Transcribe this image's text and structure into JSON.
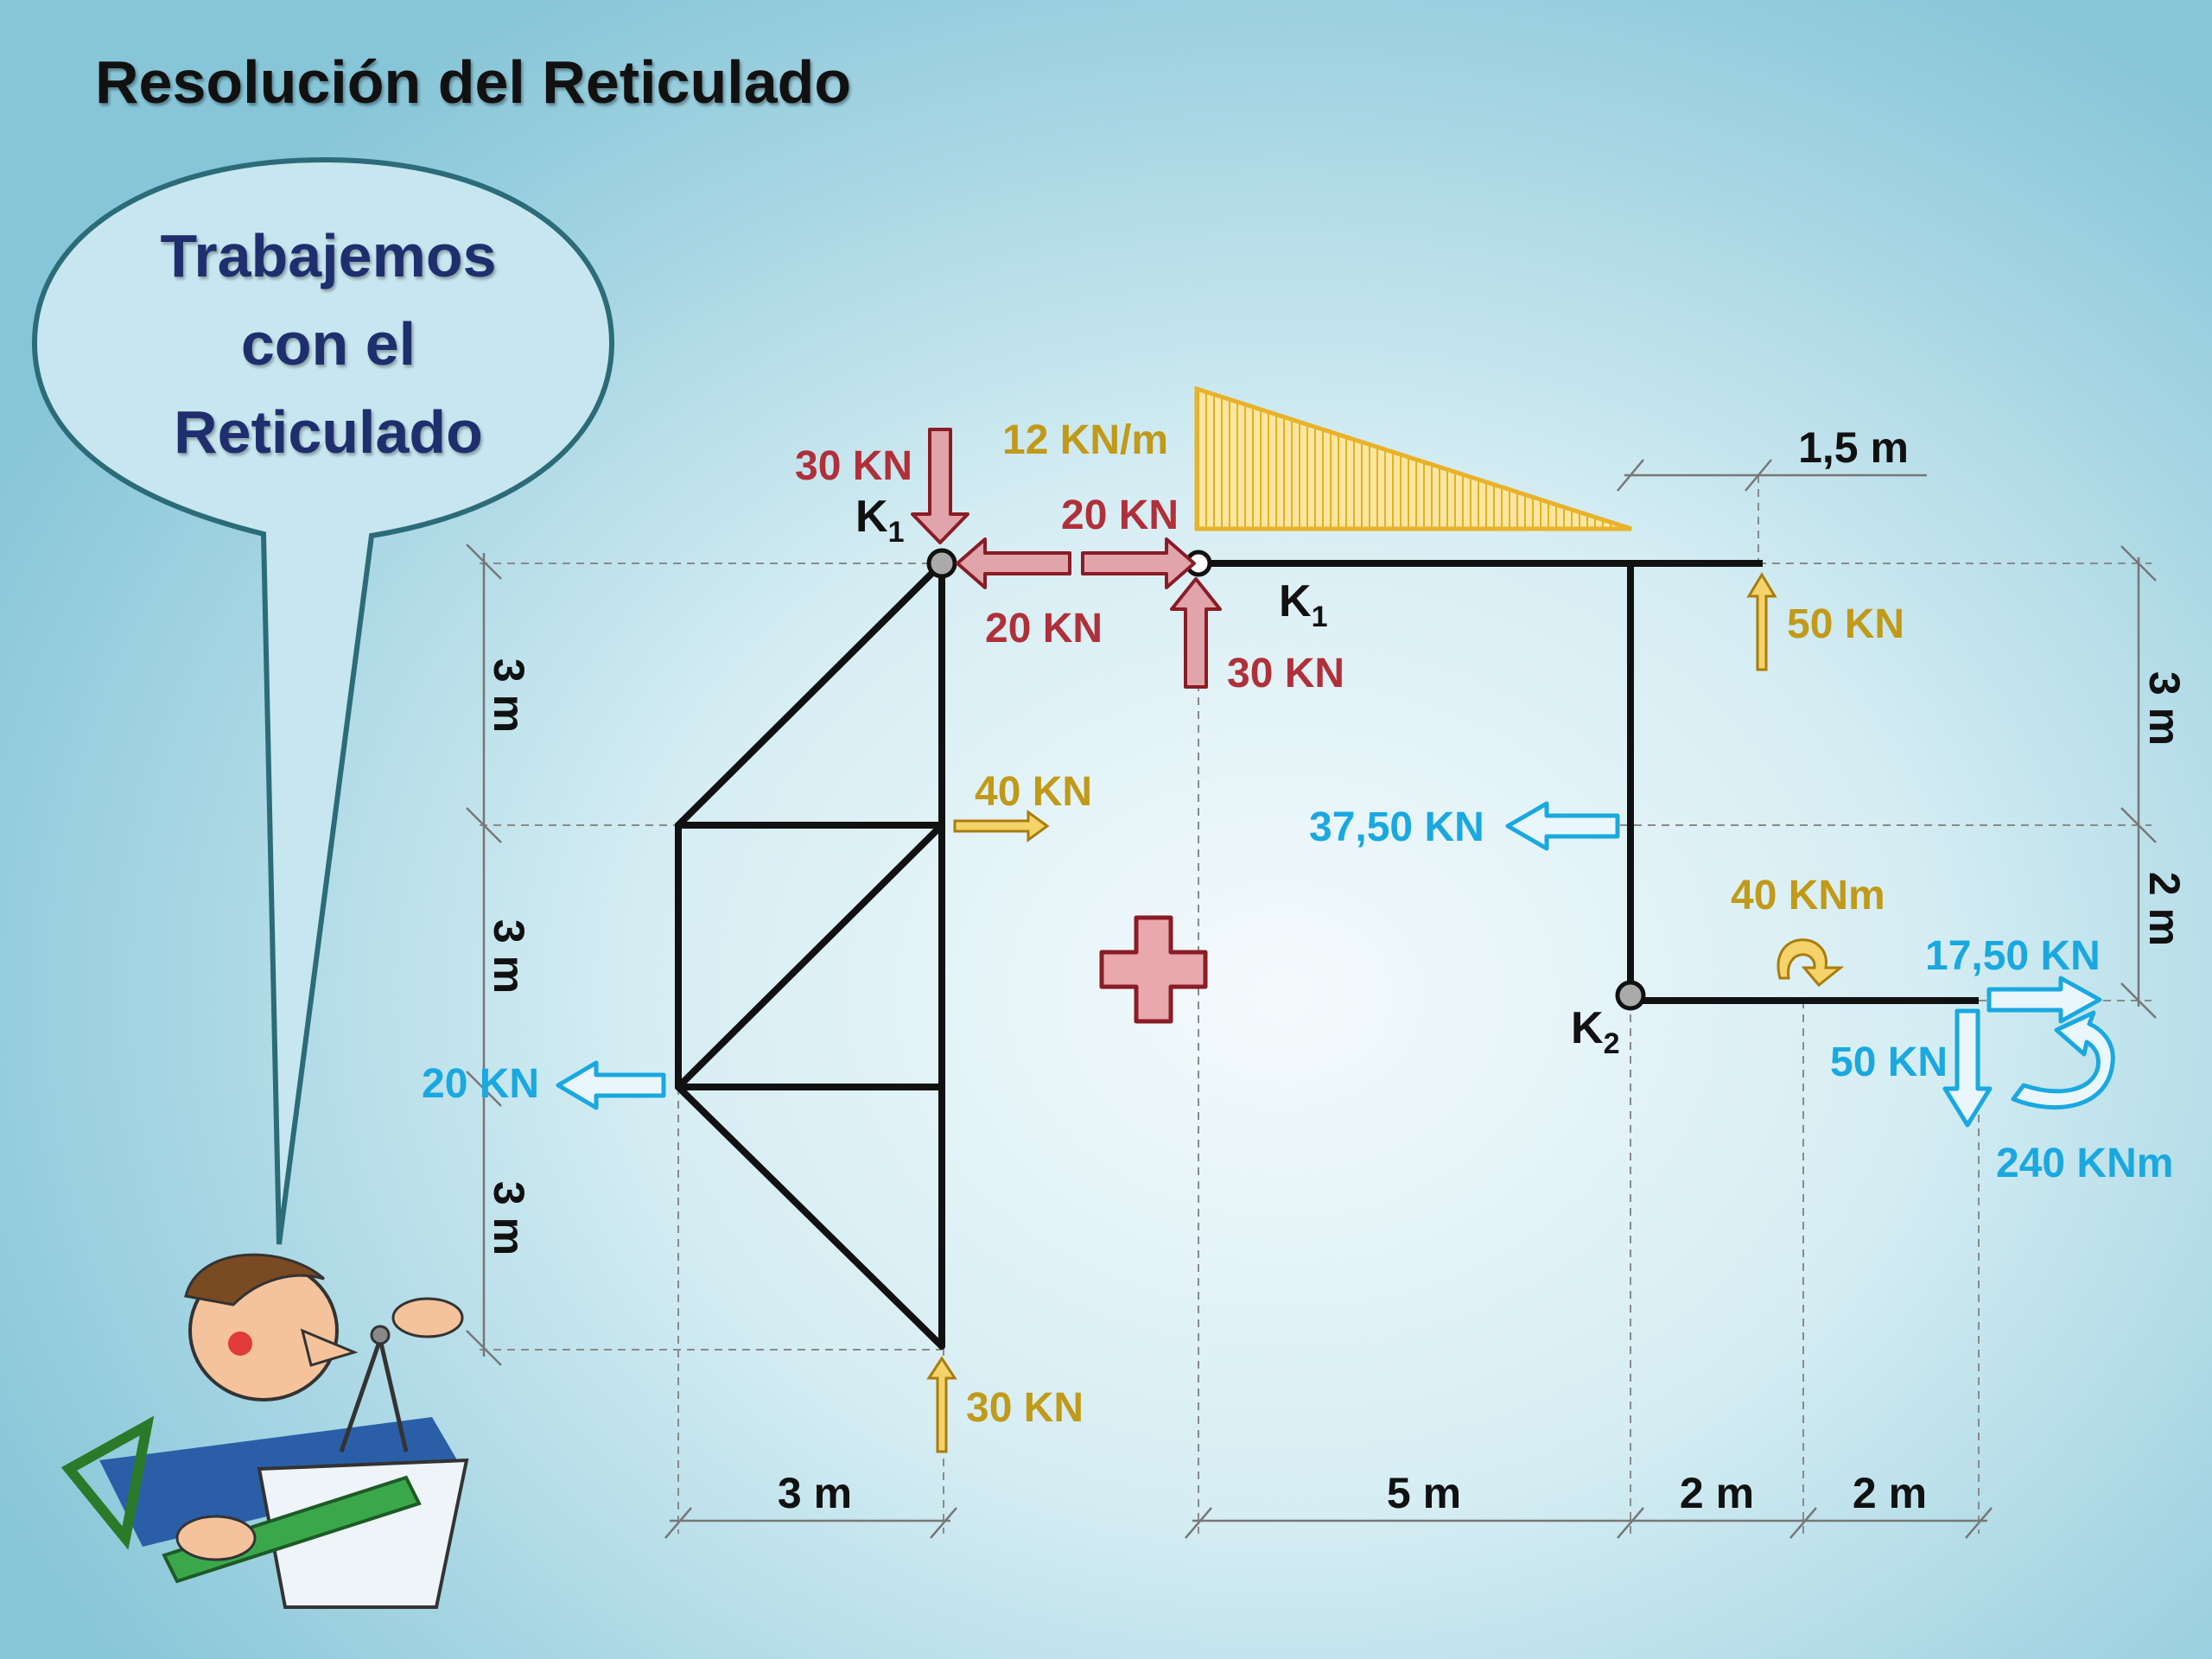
{
  "title": "Resolución del Reticulado",
  "bubble": {
    "line1": "Trabajemos",
    "line2": "con el",
    "line3": "Reticulado"
  },
  "colors": {
    "red": "#b0303a",
    "gold": "#c09a18",
    "blue": "#1aa8e0",
    "member": "#111111"
  },
  "left_truss": {
    "node_label": {
      "main": "K",
      "sub": "1"
    },
    "loads": {
      "top_down": "30 KN",
      "top_left": "20 KN",
      "mid_right": "40 KN",
      "reaction_left": "20 KN",
      "bottom_up": "30 KN"
    }
  },
  "right_frame": {
    "node1_label": {
      "main": "K",
      "sub": "1"
    },
    "node2_label": {
      "main": "K",
      "sub": "2"
    },
    "distributed_load": "12 KN/m",
    "loads": {
      "k1_right": "20 KN",
      "k1_up": "30 KN",
      "tip_up": "50 KN",
      "column_left": "37,50 KN",
      "moment": "40 KNm",
      "reaction_h": "17,50 KN",
      "reaction_v": "50 KN",
      "reaction_m": "240 KNm"
    }
  },
  "dimensions": {
    "left_vertical": [
      "3 m",
      "3 m",
      "3 m"
    ],
    "right_vertical": [
      "3 m",
      "2 m"
    ],
    "bottom_left": "3 m",
    "bottom_right": [
      "5 m",
      "2 m",
      "2 m"
    ],
    "top_right": "1,5 m"
  },
  "plus_icon": "plus-icon",
  "engineer_icon": "engineer-illustration"
}
